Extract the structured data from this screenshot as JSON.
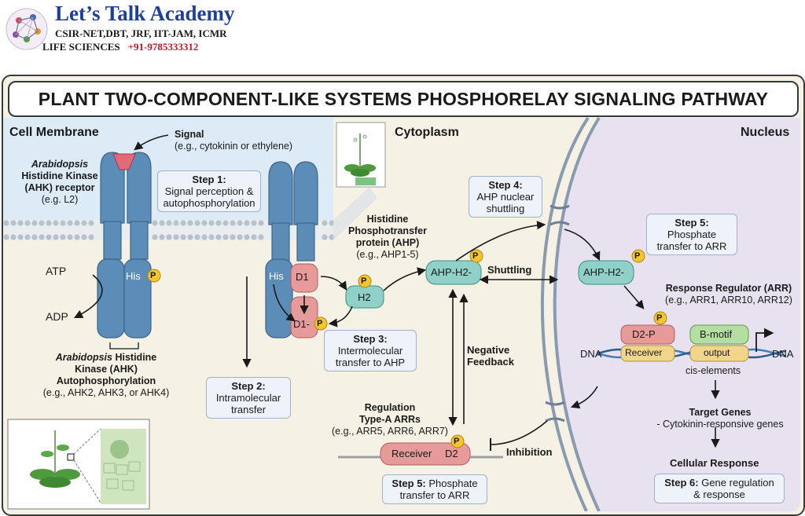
{
  "brand": {
    "title": "Let’s Talk Academy",
    "line2": "CSIR-NET,DBT, JRF, IIT-JAM, ICMR",
    "line3": "LIFE SCIENCES",
    "phone": "+91-9785333312"
  },
  "title": "PLANT TWO-COMPONENT-LIKE SYSTEMS PHOSPHORELAY SIGNALING PATHWAY",
  "regions": {
    "membrane": "Cell Membrane",
    "cytoplasm": "Cytoplasm",
    "nucleus": "Nucleus"
  },
  "signal": {
    "title": "Signal",
    "sub": "(e.g., cytokinin or ethylene)"
  },
  "receptor": {
    "l1": "Arabidopsis",
    "l2": "Histidine Kinase",
    "l3": "(AHK) receptor",
    "l4": "(e.g. L2)"
  },
  "atp": "ATP",
  "adp": "ADP",
  "his": "His",
  "p": "P",
  "d1": "D1",
  "d1p": "D1-",
  "h2": "H2",
  "autophos": {
    "l1": "Arabidopsis",
    "l1b": "Histidine",
    "l2": "Kinase (AHK)",
    "l3": "Autophosphorylation",
    "l4": "(e.g., AHK2, AHK3, or AHK4)"
  },
  "step1": {
    "title": "Step 1:",
    "l1": "Signal perception &",
    "l2": "autophosphorylation"
  },
  "step2": {
    "title": "Step 2:",
    "l1": "Intramolecular",
    "l2": "transfer"
  },
  "step3": {
    "title": "Step 3:",
    "l1": "Intermolecular",
    "l2": "transfer to AHP"
  },
  "step4": {
    "title": "Step 4:",
    "l1": "AHP nuclear",
    "l2": "shuttling"
  },
  "step5n": {
    "title": "Step 5:",
    "l1": "Phosphate",
    "l2": "transfer to ARR"
  },
  "step5c": {
    "title": "Step 5:",
    "t2": "Phosphate",
    "l2": "transfer to ARR"
  },
  "step6": {
    "title": "Step 6:",
    "t2": "Gene regulation",
    "l2": "& response"
  },
  "ahp": {
    "l1": "Histidine",
    "l2": "Phosphotransfer",
    "l3": "protein (AHP)",
    "l4": "(e.g., AHP1-5)"
  },
  "ahp_h2": "AHP-H2-",
  "shuttling": "Shuttling",
  "negfb": {
    "l1": "Negative",
    "l2": "Feedback"
  },
  "typea": {
    "l1": "Regulation",
    "l2": "Type-A ARRs",
    "l3": "(e.g., ARR5, ARR6, ARR7)"
  },
  "receiver": "Receiver",
  "d2": "D2",
  "inhibition": "Inhibition",
  "arr": {
    "l1": "Response Regulator (ARR)",
    "l2": "(e.g., ARR1, ARR10, ARR12)"
  },
  "d2p": "D2-P",
  "bmotif": "B-motif",
  "output": "output",
  "dna": "DNA",
  "cis": "cis-elements",
  "target": {
    "title": "Target Genes",
    "sub": "- Cytokinin-responsive genes"
  },
  "cellular": "Cellular Response",
  "colors": {
    "receptor": "#5b8db8",
    "pink": "#e79a9a",
    "teal": "#8fd1c8",
    "green": "#b5dfa0",
    "phospho": "#f4c531",
    "membrane_bg": "#dcebf6",
    "nucleus_bg": "#e8e2f0"
  }
}
